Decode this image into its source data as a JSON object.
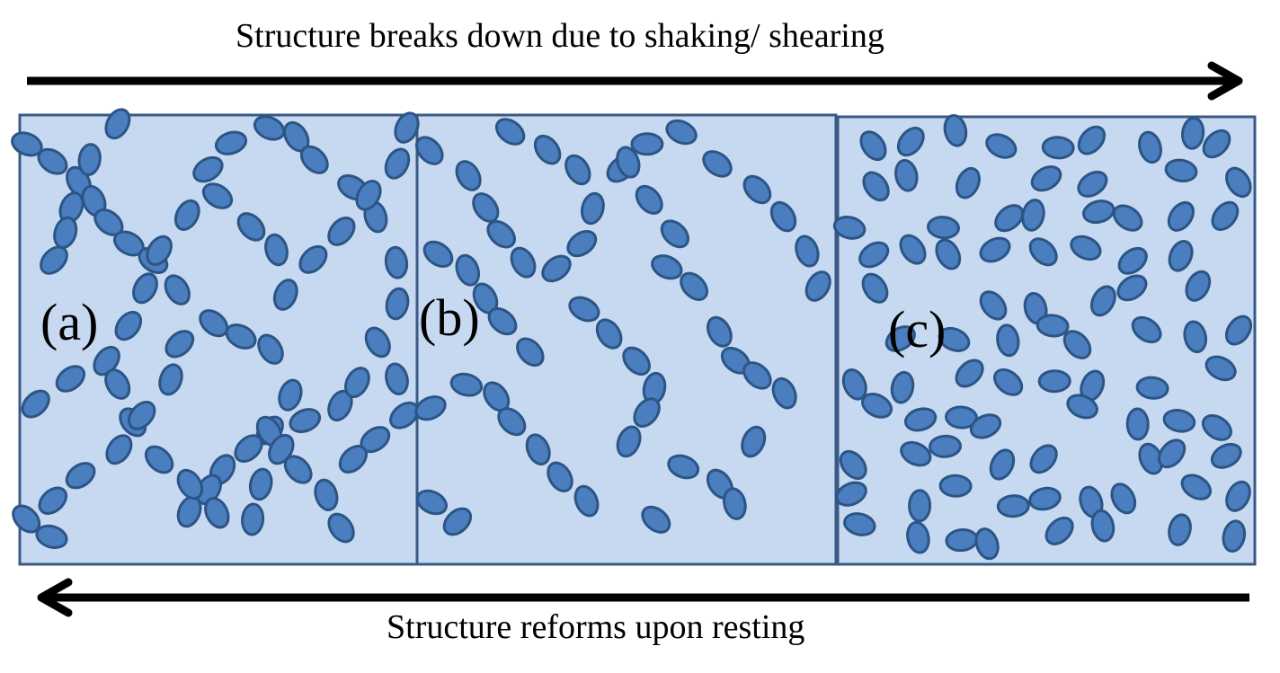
{
  "top_arrow": {
    "label": "Structure breaks down due to shaking/ shearing",
    "direction": "right"
  },
  "bottom_arrow": {
    "label": "Structure reforms upon resting",
    "direction": "left"
  },
  "panels": [
    {
      "label": "(a)",
      "state": "network structure"
    },
    {
      "label": "(b)",
      "state": "partially broken structure"
    },
    {
      "label": "(c)",
      "state": "dispersed particles"
    }
  ],
  "colors": {
    "panel_fill": "#c6d9f1",
    "panel_border": "#3a5a85",
    "particle_fill": "#4a7ebf",
    "particle_border": "#2c5585",
    "arrow": "#000000"
  }
}
